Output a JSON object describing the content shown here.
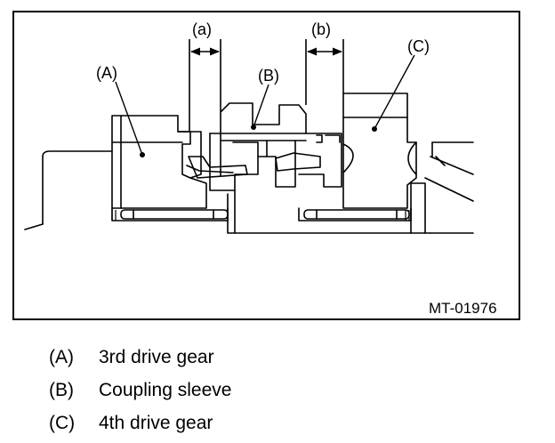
{
  "figure": {
    "code": "MT-01976",
    "dimensions": [
      {
        "label": "(a)"
      },
      {
        "label": "(b)"
      }
    ],
    "callouts": [
      {
        "label": "(A)"
      },
      {
        "label": "(B)"
      },
      {
        "label": "(C)"
      }
    ]
  },
  "legend": [
    {
      "key": "(A)",
      "text": "3rd drive gear"
    },
    {
      "key": "(B)",
      "text": "Coupling sleeve"
    },
    {
      "key": "(C)",
      "text": "4th drive gear"
    }
  ]
}
